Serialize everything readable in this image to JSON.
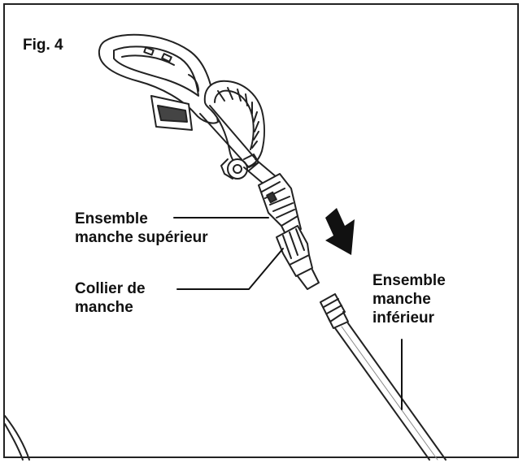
{
  "figure": {
    "title": "Fig. 4",
    "labels": {
      "upper_handle": {
        "line1": "Ensemble",
        "line2": "manche supérieur"
      },
      "collar": {
        "line1": "Collier de",
        "line2": "manche"
      },
      "lower_handle": {
        "line1": "Ensemble",
        "line2": "manche",
        "line3": "inférieur"
      }
    },
    "icons": {
      "arrow": "down-arrow-icon",
      "tool": "string-trimmer-handle"
    },
    "colors": {
      "line": "#222222",
      "arrow": "#111111",
      "background": "#ffffff"
    }
  }
}
